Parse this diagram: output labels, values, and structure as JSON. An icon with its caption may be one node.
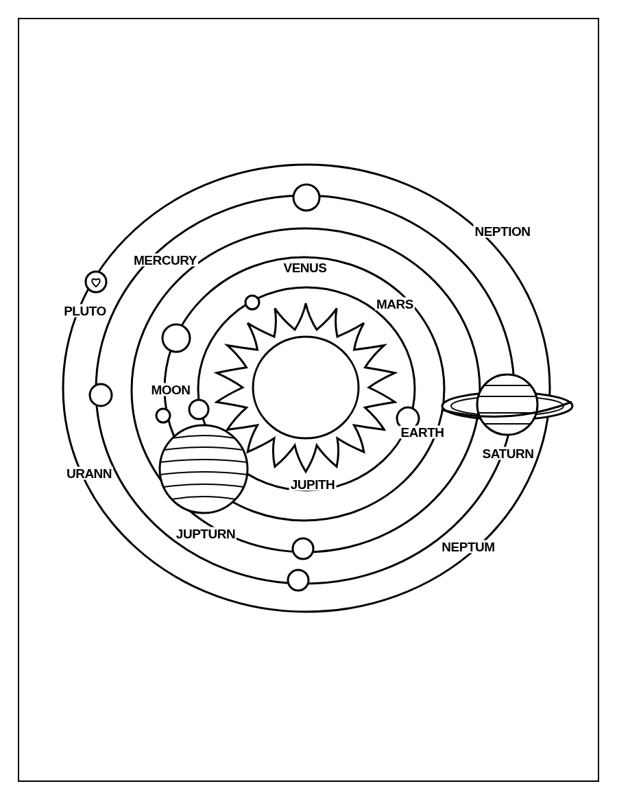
{
  "diagram": {
    "labels": [
      "NEPTION",
      "MERCURY",
      "VENUS",
      "PLUTO",
      "MARS",
      "MOON",
      "EARTH",
      "SATURN",
      "URANN",
      "JUPITH",
      "JUPTURN",
      "NEPTUM"
    ]
  }
}
